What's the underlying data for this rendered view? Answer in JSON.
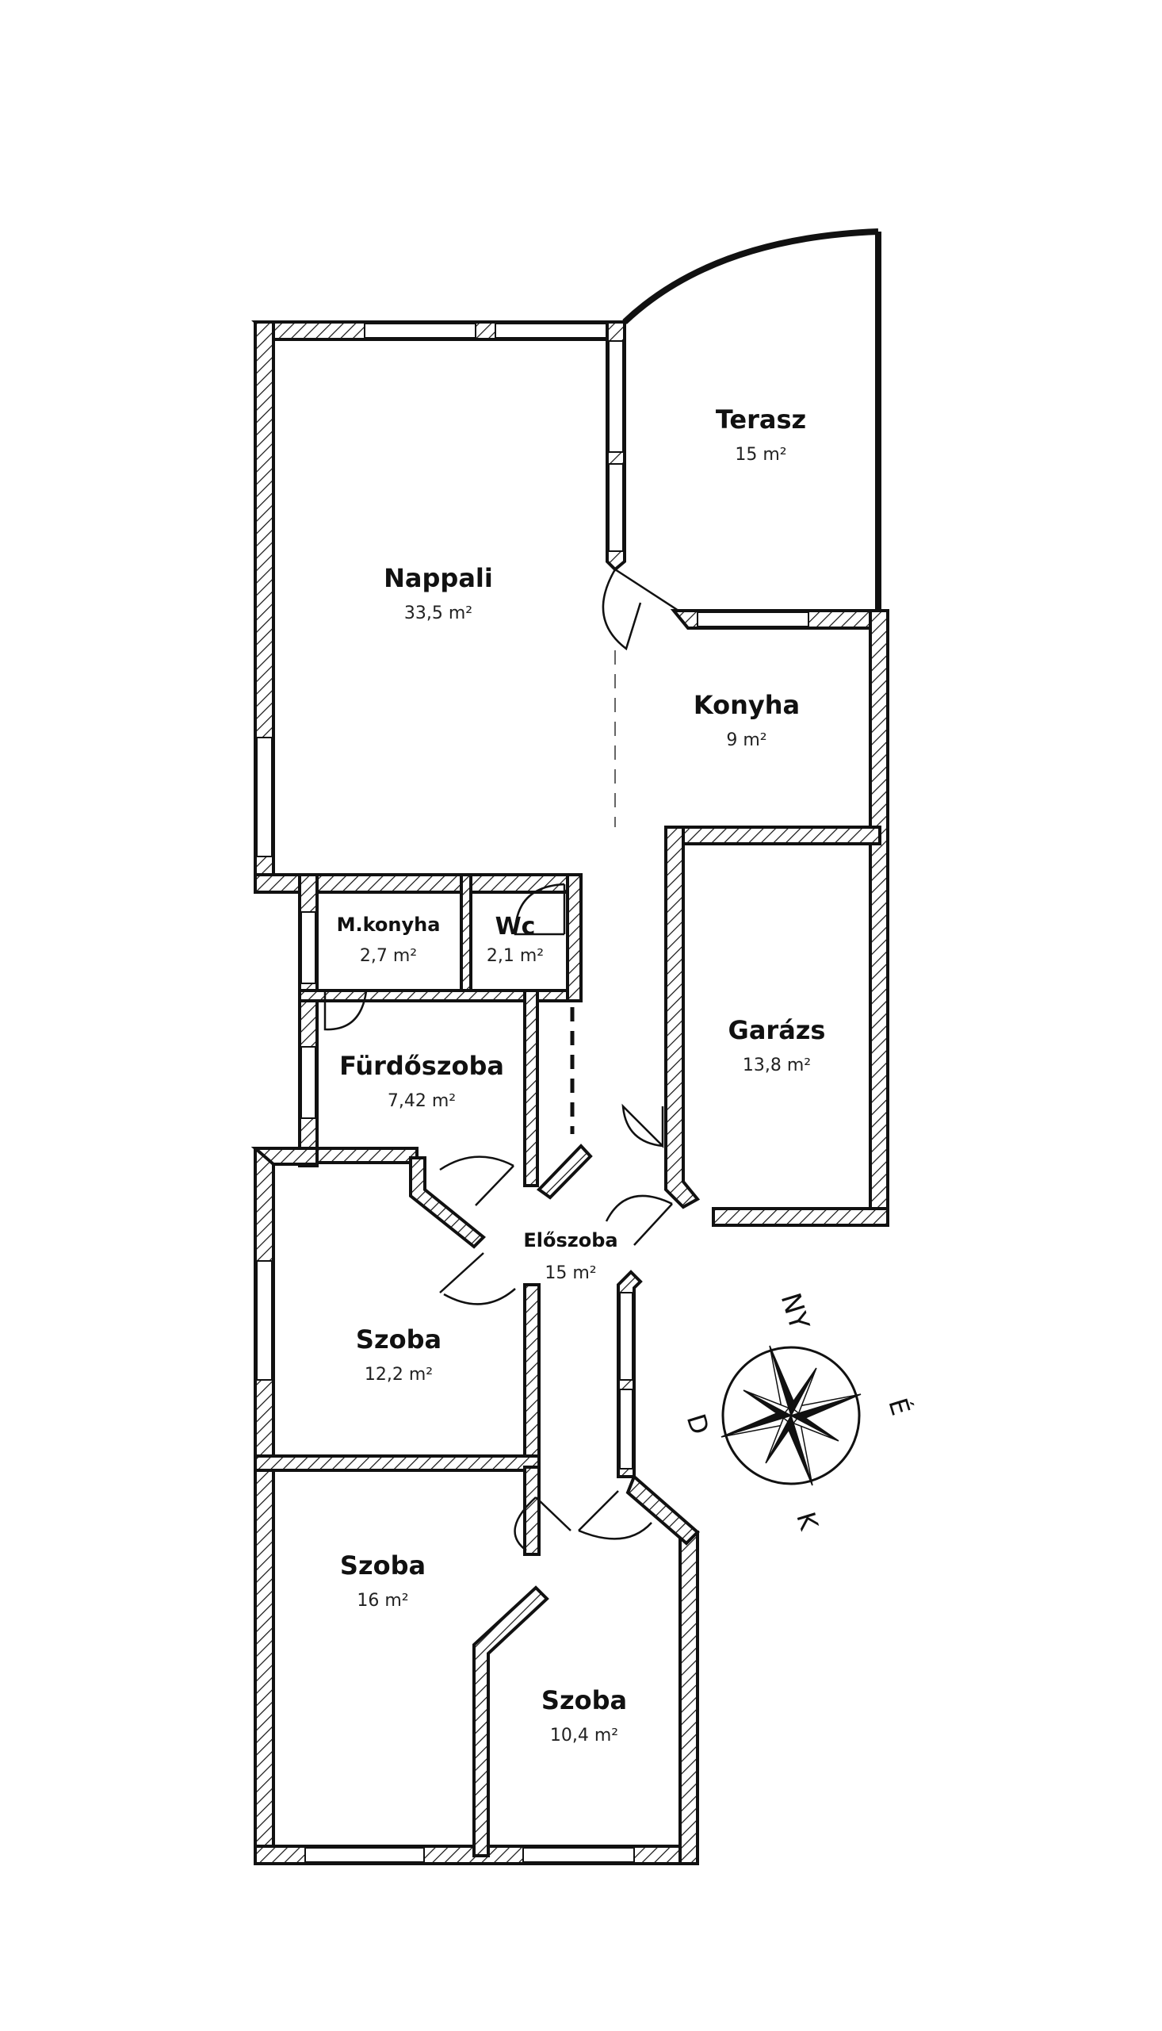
{
  "colors": {
    "line": "#111111",
    "background": "#ffffff"
  },
  "rooms": {
    "terasz": {
      "name": "Terasz",
      "area": "15 m²"
    },
    "nappali": {
      "name": "Nappali",
      "area": "33,5 m²"
    },
    "konyha": {
      "name": "Konyha",
      "area": "9 m²"
    },
    "mkonyha": {
      "name": "M.konyha",
      "area": "2,7 m²"
    },
    "wc": {
      "name": "Wc",
      "area": "2,1 m²"
    },
    "furdoszoba": {
      "name": "Fürdőszoba",
      "area": "7,42 m²"
    },
    "garazs": {
      "name": "Garázs",
      "area": "13,8 m²"
    },
    "eloszoba": {
      "name": "Előszoba",
      "area": "15 m²"
    },
    "szoba1": {
      "name": "Szoba",
      "area": "12,2 m²"
    },
    "szoba2": {
      "name": "Szoba",
      "area": "16 m²"
    },
    "szoba3": {
      "name": "Szoba",
      "area": "10,4 m²"
    }
  },
  "compass": {
    "north": "NY",
    "east": "É",
    "south": "K",
    "west": "D"
  }
}
